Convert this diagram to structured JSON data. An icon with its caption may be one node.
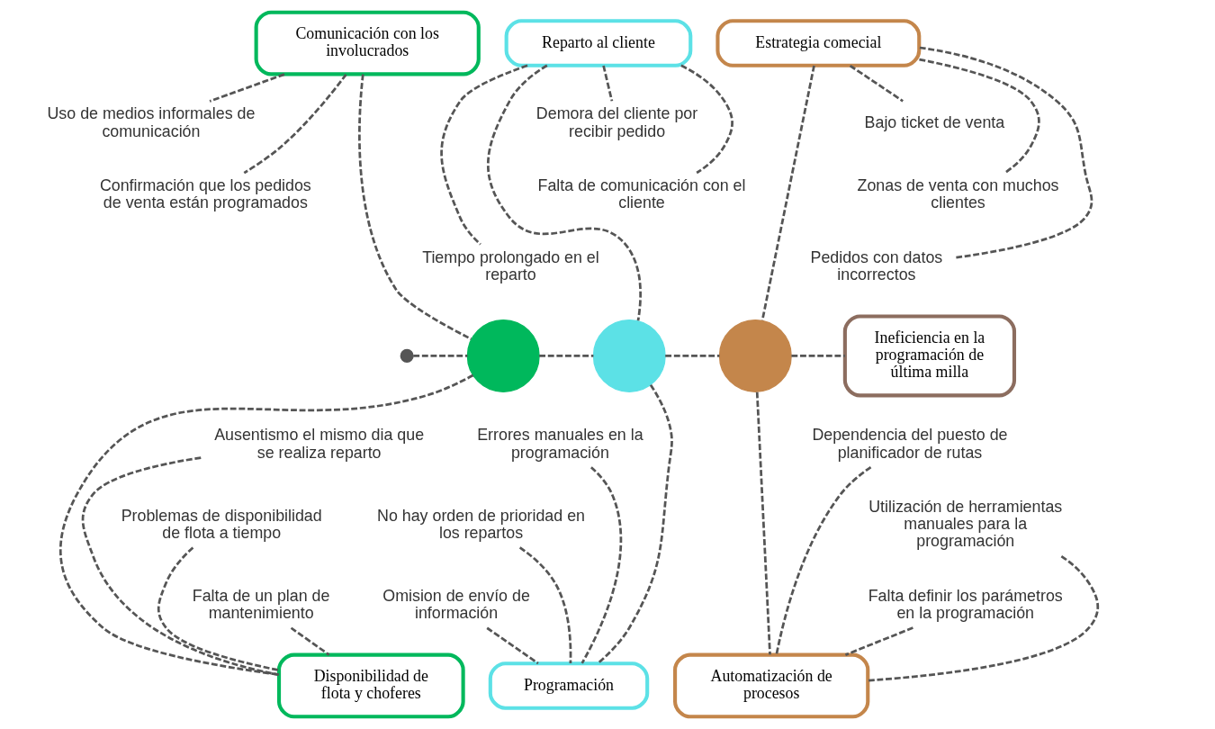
{
  "diagram": {
    "nodes": [
      {
        "text": [
          "Comunicación con los involucrados"
        ]
      },
      {
        "text": [
          "Reparto al cliente"
        ]
      },
      {
        "text": [
          "Estrategia comecial"
        ]
      },
      {
        "text": [
          "Demora del cliente por recibir pedido"
        ]
      },
      {
        "text": [
          "Bajo ticket de venta"
        ]
      },
      {
        "text": [
          "Uso de medios informales de comunicación"
        ]
      },
      {
        "text": [
          "Falta de comunicación con el cliente"
        ]
      },
      {
        "text": [
          "Zonas de venta con muchos clientes"
        ]
      },
      {
        "text": [
          "Confirmación que los pedidos de venta están programados"
        ]
      },
      {
        "text": [
          "Tiempo prolongado en el reparto"
        ]
      },
      {
        "text": [
          "Pedidos con datos incorrectos"
        ]
      },
      {
        "text": [],
        "shape": "circle"
      },
      {
        "text": [],
        "shape": "circle"
      },
      {
        "text": [],
        "shape": "circle"
      },
      {
        "text": [],
        "shape": "circle"
      },
      {
        "text": [
          "Ineficiencia en la programación de última milla"
        ]
      },
      {
        "text": [
          "Ausentismo el mismo dia que se realiza reparto"
        ]
      },
      {
        "text": [
          "Errores manuales en la programación"
        ]
      },
      {
        "text": [
          "Dependencia del puesto de planificador de rutas"
        ]
      },
      {
        "text": [
          "Problemas de disponibilidad de flota a tiempo"
        ]
      },
      {
        "text": [
          "No hay orden de prioridad en los repartos"
        ]
      },
      {
        "text": [
          "Utilización de herramientas manuales para la programación"
        ]
      },
      {
        "text": [
          "Falta de un plan de mantenimiento"
        ]
      },
      {
        "text": [
          "Omision de envío de información"
        ]
      },
      {
        "text": [
          "Falta definir los parámetros en la programación"
        ]
      },
      {
        "text": [
          "Disponibilidad de flota y choferes"
        ]
      },
      {
        "text": [
          "Programación"
        ]
      },
      {
        "text": [
          "Automatización de procesos"
        ]
      }
    ],
    "edges": [
      {
        "from": 11,
        "to": 12,
        "arrow": "none",
        "style": "dashed"
      },
      {
        "from": 12,
        "to": 13,
        "arrow": "none",
        "style": "dashed"
      },
      {
        "from": 13,
        "to": 14,
        "arrow": "none",
        "style": "dashed"
      },
      {
        "from": 14,
        "to": 15,
        "arrow": "none",
        "style": "dashed"
      },
      {
        "from": 0,
        "to": 12,
        "arrow": "none",
        "style": "dashed"
      },
      {
        "from": 25,
        "to": 12,
        "arrow": "none",
        "style": "dashed"
      },
      {
        "from": 1,
        "to": 13,
        "arrow": "none",
        "style": "dashed"
      },
      {
        "from": 26,
        "to": 13,
        "arrow": "none",
        "style": "dashed"
      },
      {
        "from": 2,
        "to": 14,
        "arrow": "none",
        "style": "dashed"
      },
      {
        "from": 27,
        "to": 14,
        "arrow": "none",
        "style": "dashed"
      },
      {
        "from": 5,
        "to": 0,
        "arrow": "none",
        "style": "dashed"
      },
      {
        "from": 8,
        "to": 0,
        "arrow": "none",
        "style": "dashed"
      },
      {
        "from": 3,
        "to": 1,
        "arrow": "none",
        "style": "dashed"
      },
      {
        "from": 6,
        "to": 1,
        "arrow": "none",
        "style": "dashed"
      },
      {
        "from": 9,
        "to": 1,
        "arrow": "none",
        "style": "dashed"
      },
      {
        "from": 4,
        "to": 2,
        "arrow": "none",
        "style": "dashed"
      },
      {
        "from": 7,
        "to": 2,
        "arrow": "none",
        "style": "dashed"
      },
      {
        "from": 10,
        "to": 2,
        "arrow": "none",
        "style": "dashed"
      },
      {
        "from": 16,
        "to": 25,
        "arrow": "none",
        "style": "dashed"
      },
      {
        "from": 19,
        "to": 25,
        "arrow": "none",
        "style": "dashed"
      },
      {
        "from": 22,
        "to": 25,
        "arrow": "none",
        "style": "dashed"
      },
      {
        "from": 17,
        "to": 26,
        "arrow": "none",
        "style": "dashed"
      },
      {
        "from": 20,
        "to": 26,
        "arrow": "none",
        "style": "dashed"
      },
      {
        "from": 23,
        "to": 26,
        "arrow": "none",
        "style": "dashed"
      },
      {
        "from": 18,
        "to": 27,
        "arrow": "none",
        "style": "dashed"
      },
      {
        "from": 21,
        "to": 27,
        "arrow": "none",
        "style": "dashed"
      },
      {
        "from": 24,
        "to": 27,
        "arrow": "none",
        "style": "dashed"
      }
    ]
  }
}
